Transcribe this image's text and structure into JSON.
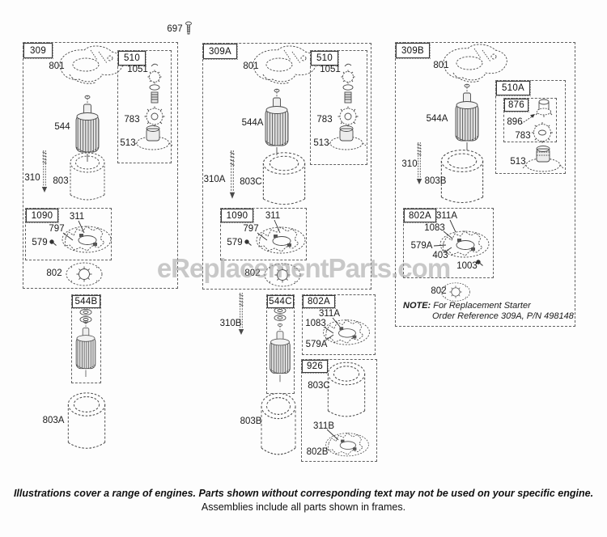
{
  "page": {
    "ref_number": "697",
    "watermark": "eReplacementParts.com",
    "footer_line1": "Illustrations cover a range of engines. Parts shown without corresponding text may not be used on your specific engine.",
    "footer_line2": "Assemblies include all parts shown in frames."
  },
  "colors": {
    "ink": "#4a4a4a",
    "watermark_gray": "#9d9d9d",
    "background": "#fdfdfd"
  },
  "icons": {
    "top_fastener": "screw-icon",
    "p579_fastener": "screw-icon",
    "p1003_fastener": "screw-icon"
  },
  "frames": {
    "f309": {
      "label": "309"
    },
    "f309A": {
      "label": "309A"
    },
    "f309B": {
      "label": "309B"
    },
    "f510_a": {
      "label": "510"
    },
    "f510_b": {
      "label": "510"
    },
    "f510A": {
      "label": "510A"
    },
    "f876": {
      "label": "876"
    },
    "f1090_a": {
      "label": "1090"
    },
    "f1090_b": {
      "label": "1090"
    },
    "f802A_main": {
      "label": "802A"
    },
    "f544B": {
      "label": "544B"
    },
    "f544C": {
      "label": "544C"
    },
    "f802A_detail": {
      "label": "802A"
    },
    "f926": {
      "label": "926"
    }
  },
  "parts": {
    "panel309": {
      "p801": "801",
      "p544": "544",
      "p310": "310",
      "p803": "803",
      "p1051": "1051",
      "p783": "783",
      "p513": "513",
      "p311": "311",
      "p797": "797",
      "p579": "579",
      "p802": "802"
    },
    "panel309A": {
      "p801": "801",
      "p544A": "544A",
      "p310A": "310A",
      "p803C": "803C",
      "p1051": "1051",
      "p783": "783",
      "p513": "513",
      "p311": "311",
      "p797": "797",
      "p579": "579",
      "p802": "802"
    },
    "panel309B": {
      "p801": "801",
      "p544A": "544A",
      "p310": "310",
      "p803B": "803B",
      "p896": "896",
      "p783": "783",
      "p513": "513",
      "p311A": "311A",
      "p1083": "1083",
      "p579A": "579A",
      "p403": "403",
      "p1003": "1003",
      "p802": "802"
    },
    "bottomLeft": {
      "p803A": "803A"
    },
    "bottomMiddle": {
      "p310B": "310B",
      "p311A": "311A",
      "p1083": "1083",
      "p579A": "579A",
      "p803C": "803C",
      "p311B": "311B",
      "p802B": "802B",
      "p803B": "803B"
    }
  },
  "note": {
    "prefix": "NOTE:",
    "line1": "For Replacement Starter",
    "line2": "Order Reference 309A, P/N 498148"
  }
}
